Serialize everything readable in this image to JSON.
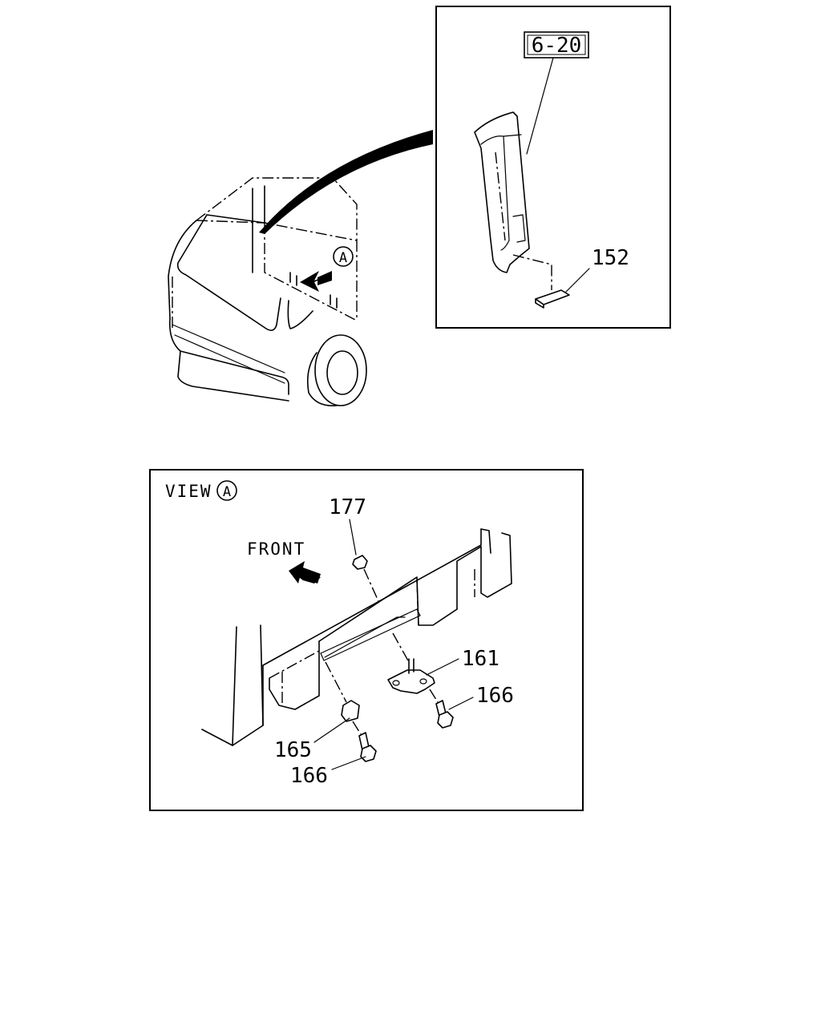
{
  "callouts": {
    "ref_box": "6-20",
    "part_152": "152",
    "part_177": "177",
    "part_161": "161",
    "part_166_right": "166",
    "part_165": "165",
    "part_166_left": "166"
  },
  "view_label": {
    "prefix": "VIEW",
    "marker": "A"
  },
  "cab_marker": "A",
  "direction_label": "FRONT"
}
